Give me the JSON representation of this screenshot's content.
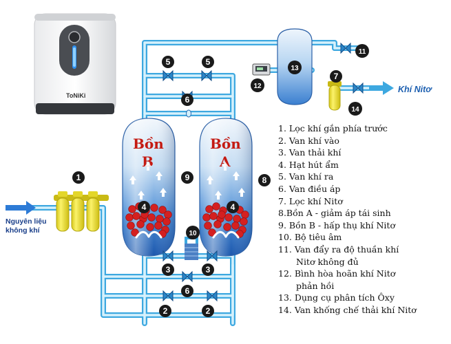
{
  "brand": "ToNiKi",
  "tanks": {
    "b": {
      "line1": "Bồn",
      "line2": "B"
    },
    "a": {
      "line1": "Bồn",
      "line2": "A"
    }
  },
  "labels": {
    "input_line1": "Nguyên liệu",
    "input_line2": "không khí",
    "output": "Khí Nitơ"
  },
  "badges": [
    "1",
    "2",
    "2",
    "3",
    "3",
    "4",
    "4",
    "5",
    "5",
    "6",
    "6",
    "7",
    "8",
    "9",
    "10",
    "11",
    "12",
    "13",
    "14"
  ],
  "legend": [
    {
      "text": "1. Lọc khí gắn phía trước"
    },
    {
      "text": "2. Van khí vào"
    },
    {
      "text": "3. Van thải khí"
    },
    {
      "text": "4. Hạt hút ẩm"
    },
    {
      "text": "5. Van khí ra"
    },
    {
      "text": "6. Van điều áp"
    },
    {
      "text": "7. Lọc khí Nitơ"
    },
    {
      "text": "8.Bồn A -  giảm áp tái sinh"
    },
    {
      "text": "9. Bồn B - hấp thụ khí Nitơ"
    },
    {
      "text": "10. Bộ tiêu âm"
    },
    {
      "text": "11. Van đẩy ra độ thuần khí",
      "cont": "Nitơ không đủ"
    },
    {
      "text": "12. Bình hòa hoãn khí Nitơ",
      "cont": "phản hồi"
    },
    {
      "text": "13. Dụng cụ phân tích Ôxy"
    },
    {
      "text": "14. Van khống chế thải khí Nitơ"
    }
  ],
  "colors": {
    "pipe_outer": "#3da8e0",
    "pipe_inner": "#d6f1fc",
    "badge": "#1a1a1a",
    "tank_blue": "#2d73c8",
    "bead": "#d42020",
    "filter": "#f1e531",
    "valve": "#2a86c8"
  }
}
